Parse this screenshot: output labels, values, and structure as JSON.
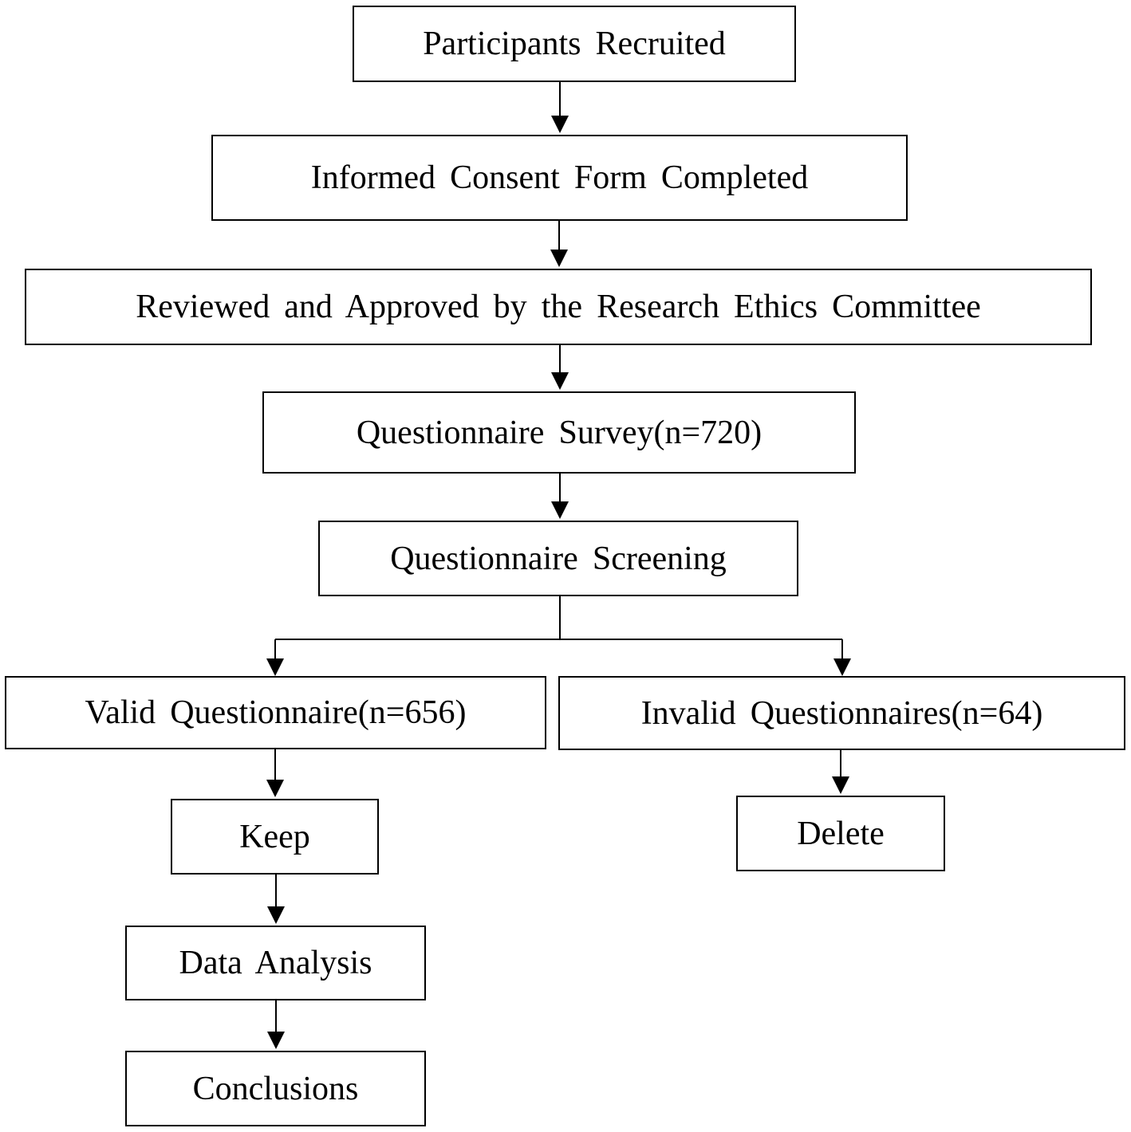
{
  "nodes": {
    "participants_recruited": "Participants Recruited",
    "informed_consent": "Informed Consent Form Completed",
    "ethics_review": "Reviewed and Approved by the Research Ethics Committee",
    "questionnaire_survey": "Questionnaire Survey(n=720)",
    "questionnaire_screening": "Questionnaire Screening",
    "valid_questionnaire": "Valid Questionnaire(n=656)",
    "invalid_questionnaires": "Invalid Questionnaires(n=64)",
    "keep": "Keep",
    "delete": "Delete",
    "data_analysis": "Data Analysis",
    "conclusions": "Conclusions"
  },
  "colors": {
    "line": "#000000",
    "box_border": "#000000",
    "background": "#ffffff"
  }
}
